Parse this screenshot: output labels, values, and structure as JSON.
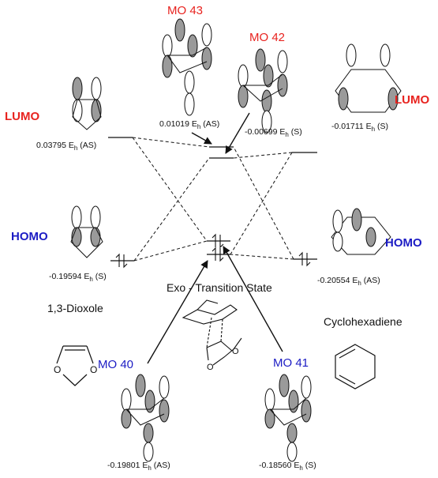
{
  "colors": {
    "red": "#e8231f",
    "blue": "#1c1cc4",
    "black": "#111111",
    "lobe": "#9a9a9a"
  },
  "mo_labels": {
    "mo43": "MO 43",
    "mo42": "MO 42",
    "mo40": "MO 40",
    "mo41": "MO 41"
  },
  "frontier_labels": {
    "lumo_left": "LUMO",
    "lumo_right": "LUMO",
    "homo_left": "HOMO",
    "homo_right": "HOMO"
  },
  "energies": {
    "dioxole_lumo": "0.03795 E",
    "dioxole_lumo_sym": " (AS)",
    "mo43": "0.01019 E",
    "mo43_sym": " (AS)",
    "mo42": "-0.00699 E",
    "mo42_sym": " (S)",
    "cyclohexadiene_lumo": "-0.01711 E",
    "cyclohexadiene_lumo_sym": " (S)",
    "dioxole_homo": "-0.19594 E",
    "dioxole_homo_sym": " (S)",
    "cyclohexadiene_homo": "-0.20554 E",
    "cyclohexadiene_homo_sym": " (AS)",
    "mo40": "-0.19801 E",
    "mo40_sym": " (AS)",
    "mo41": "-0.18560 E",
    "mo41_sym": " (S)",
    "unit_sub": "h"
  },
  "titles": {
    "transition_state": "Exo - Transition State",
    "left_molecule": "1,3-Dioxole",
    "right_molecule": "Cyclohexadiene"
  },
  "structure_atoms": {
    "oxygen": "O"
  }
}
